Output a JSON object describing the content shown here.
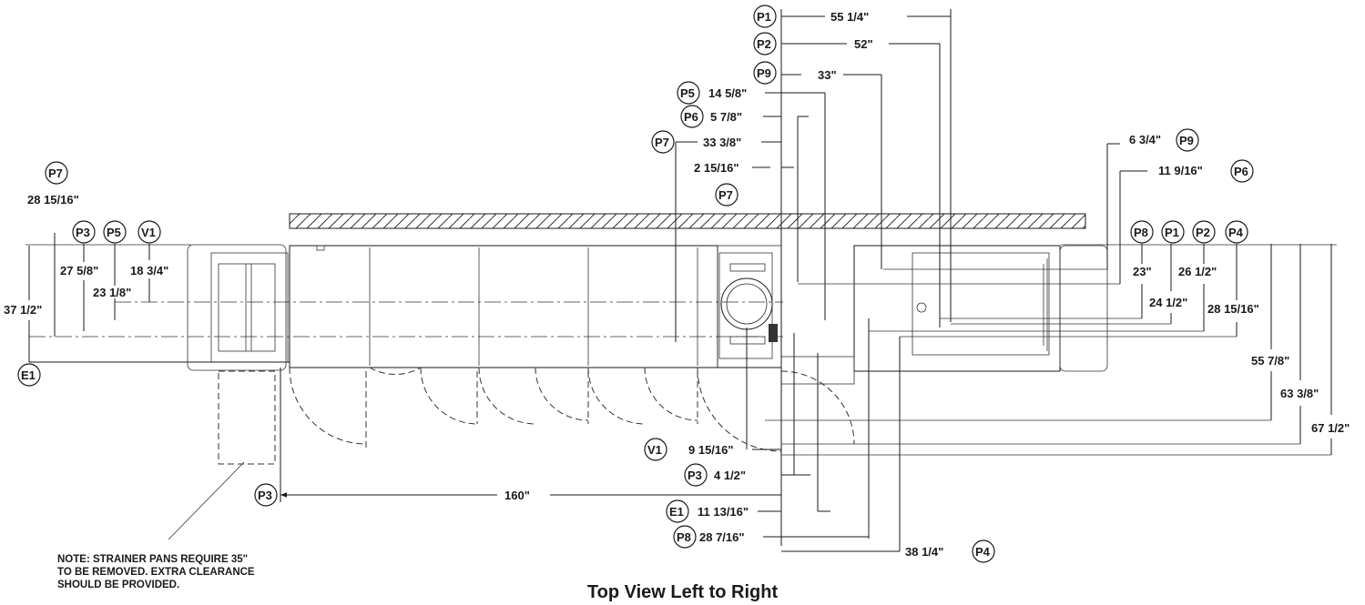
{
  "title": "Top View Left to Right",
  "note": {
    "lines": [
      "NOTE: STRAINER PANS REQUIRE 35\"",
      "TO BE REMOVED. EXTRA CLEARANCE",
      "SHOULD BE PROVIDED."
    ]
  },
  "bubbles": {
    "p1": "P1",
    "p2": "P2",
    "p3": "P3",
    "p4": "P4",
    "p5": "P5",
    "p6": "P6",
    "p7": "P7",
    "p8": "P8",
    "p9": "P9",
    "v1": "V1",
    "e1": "E1"
  },
  "dimensions": {
    "top_p1": "55 1/4\"",
    "top_p2": "52\"",
    "top_p9": "33\"",
    "top_p5": "14 5/8\"",
    "top_p6": "5 7/8\"",
    "top_p7": "33 3/8\"",
    "top_p7b": "2 15/16\"",
    "left_p7": "28 15/16\"",
    "left_p3": "27 5/8\"",
    "left_p5": "23 1/8\"",
    "left_v1": "18 3/4\"",
    "left_e1": "37 1/2\"",
    "right_p9": "6 3/4\"",
    "right_p6": "11 9/16\"",
    "right_p8": "23\"",
    "right_p1": "24 1/2\"",
    "right_p2": "26 1/2\"",
    "right_p4": "28 15/16\"",
    "far_558": "55 7/8\"",
    "far_633": "63 3/8\"",
    "far_675": "67 1/2\"",
    "bot_v1": "9 15/16\"",
    "bot_p3": "4 1/2\"",
    "bot_e1": "11 13/16\"",
    "bot_p8": "28 7/16\"",
    "bot_p4": "38 1/4\"",
    "length_p3": "160\""
  }
}
